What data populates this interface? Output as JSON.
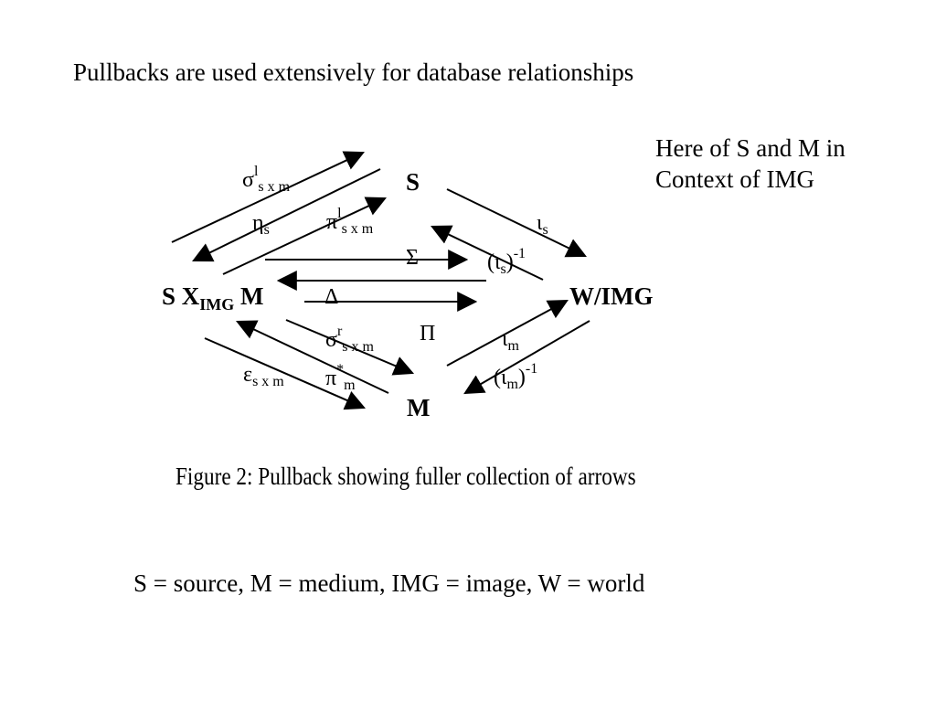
{
  "heading": "Pullbacks are used extensively for database relationships",
  "side_note": {
    "line1": "Here of S and M in",
    "line2": "Context of IMG"
  },
  "nodes": {
    "s": "S",
    "product": {
      "main": "S X",
      "sub": "IMG",
      "tail": " M"
    },
    "world_img": "W/IMG",
    "m": "M"
  },
  "arrow_labels": {
    "sigma_l": {
      "base": "σ",
      "sup": "l",
      "sub": "s x m"
    },
    "eta_s": {
      "base": "η",
      "sub": "s"
    },
    "pi_l": {
      "base": "π",
      "sup": "l",
      "sub": "s x m"
    },
    "iota_s": {
      "base": "ι",
      "sub": "s"
    },
    "sum": "Σ",
    "iota_s_inv": {
      "open": "(ι",
      "sub": "s",
      "close": ")",
      "sup": "-1"
    },
    "delta": "Δ",
    "sigma_r": {
      "base": "σ",
      "sup": "r",
      "sub": "s x m"
    },
    "prod": "Π",
    "iota_m": {
      "base": "ι",
      "sub": "m"
    },
    "epsilon": {
      "base": "ε",
      "sub": "s x m"
    },
    "pi_star": {
      "base": "π",
      "sup": "*",
      "sub": "m"
    },
    "iota_m_inv": {
      "open": "(ι",
      "sub": "m",
      "close": ")",
      "sup": "-1"
    }
  },
  "caption": "Figure 2: Pullback showing fuller collection of arrows",
  "legend": "S = source, M = medium, IMG = image, W = world"
}
